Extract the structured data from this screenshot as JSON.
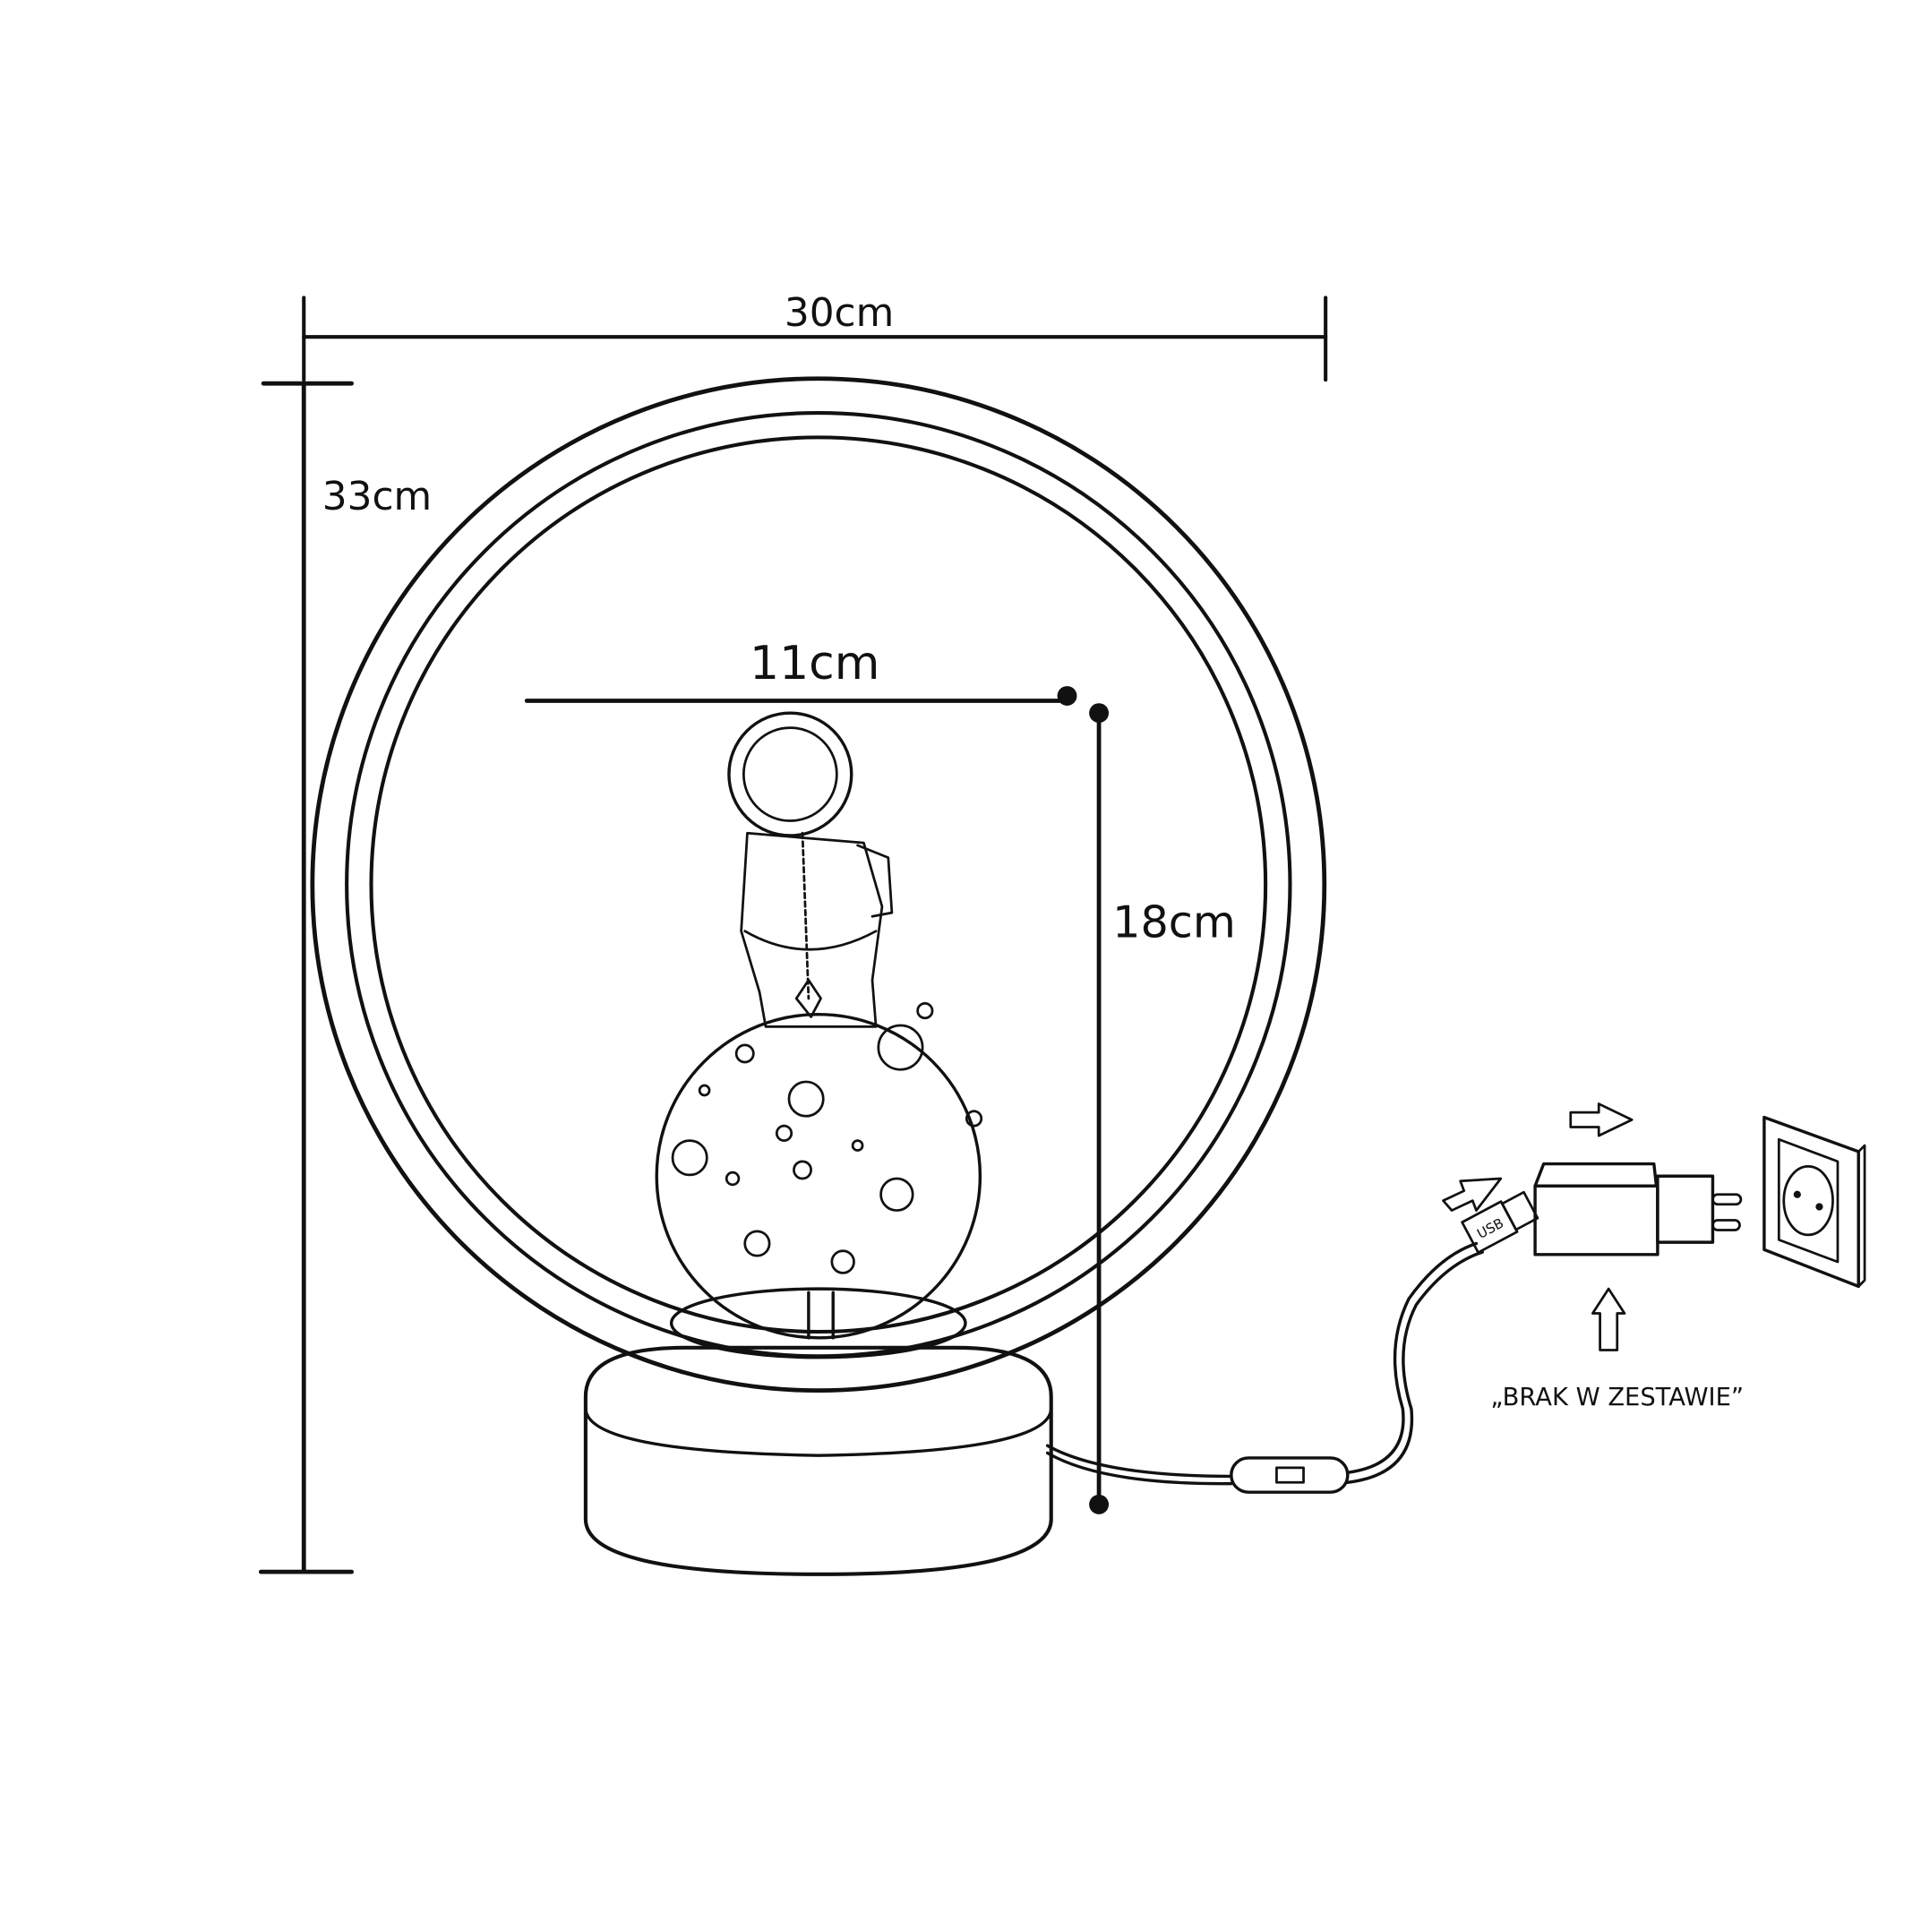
{
  "dimensions": {
    "width": "30cm",
    "height": "33cm",
    "figure_width": "11cm",
    "figure_height": "18cm"
  },
  "usb_label": "USB",
  "note": "„BRAK W ZESTAWIE”",
  "colors": {
    "line": "#111111",
    "background": "#ffffff"
  }
}
